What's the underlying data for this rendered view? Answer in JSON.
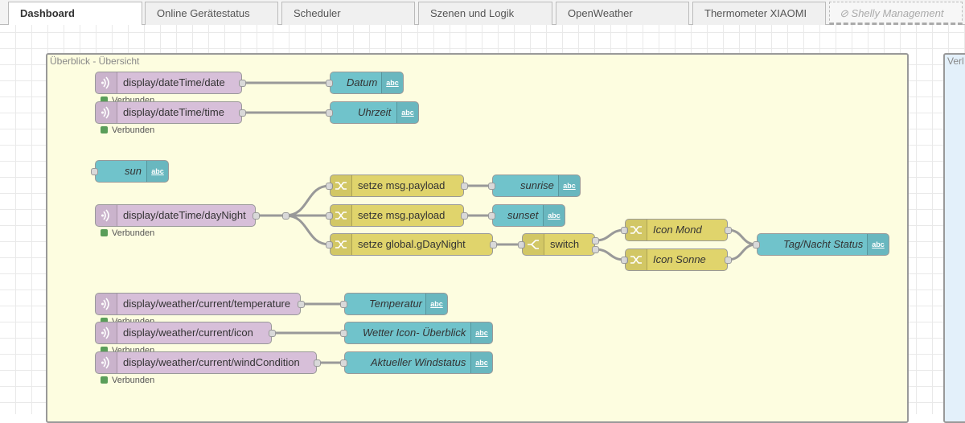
{
  "tabs": [
    {
      "label": "Dashboard",
      "active": true
    },
    {
      "label": "Online Gerätestatus"
    },
    {
      "label": "Scheduler"
    },
    {
      "label": "Szenen und Logik"
    },
    {
      "label": "OpenWeather"
    },
    {
      "label": "Thermometer XIAOMI"
    },
    {
      "label": "Shelly Management",
      "disabled": true
    }
  ],
  "groups": [
    {
      "label": "Überblick - Übersicht",
      "fill": "#fdfde0"
    },
    {
      "label": "Verl",
      "fill": "#e3f0fa"
    }
  ],
  "status_text": "Verbunden",
  "colors": {
    "link_node": "#d7bfd9",
    "text_node": "#70c3cb",
    "change_node": "#e0d46c",
    "status_ok": "#5a9e5a"
  },
  "nodes": [
    {
      "id": "n1",
      "kind": "link",
      "label": "display/dateTime/date",
      "status": "Verbunden"
    },
    {
      "id": "n2",
      "kind": "text",
      "label": "Datum"
    },
    {
      "id": "n3",
      "kind": "link",
      "label": "display/dateTime/time",
      "status": "Verbunden"
    },
    {
      "id": "n4",
      "kind": "text",
      "label": "Uhrzeit"
    },
    {
      "id": "n5",
      "kind": "text",
      "label": "sun"
    },
    {
      "id": "n6",
      "kind": "link",
      "label": "display/dateTime/dayNight",
      "status": "Verbunden"
    },
    {
      "id": "n7",
      "kind": "change",
      "label": "setze msg.payload"
    },
    {
      "id": "n8",
      "kind": "text",
      "label": "sunrise"
    },
    {
      "id": "n9",
      "kind": "change",
      "label": "setze msg.payload"
    },
    {
      "id": "n10",
      "kind": "text",
      "label": "sunset"
    },
    {
      "id": "n11",
      "kind": "change",
      "label": "setze global.gDayNight"
    },
    {
      "id": "n12",
      "kind": "switch",
      "label": "switch"
    },
    {
      "id": "n13",
      "kind": "change",
      "label": "Icon Mond"
    },
    {
      "id": "n14",
      "kind": "change",
      "label": "Icon Sonne"
    },
    {
      "id": "n15",
      "kind": "text",
      "label": "Tag/Nacht Status"
    },
    {
      "id": "n16",
      "kind": "link",
      "label": "display/weather/current/temperature",
      "status": "Verbunden"
    },
    {
      "id": "n17",
      "kind": "text",
      "label": "Temperatur"
    },
    {
      "id": "n18",
      "kind": "link",
      "label": "display/weather/current/icon",
      "status": "Verbunden"
    },
    {
      "id": "n19",
      "kind": "text",
      "label": "Wetter Icon- Überblick"
    },
    {
      "id": "n20",
      "kind": "link",
      "label": "display/weather/current/windCondition",
      "status": "Verbunden"
    },
    {
      "id": "n21",
      "kind": "text",
      "label": "Aktueller Windstatus"
    }
  ],
  "icons": {
    "text_node": "abc"
  }
}
